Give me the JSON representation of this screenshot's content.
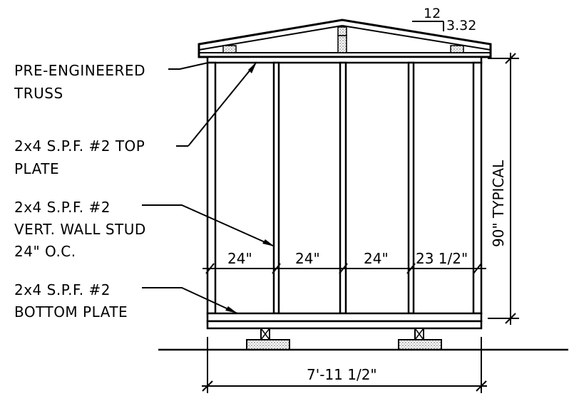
{
  "slope": {
    "rise": "12",
    "run": "3.32"
  },
  "callouts": {
    "truss": [
      "PRE-ENGINEERED",
      "TRUSS"
    ],
    "top_plate": [
      "2x4 S.P.F. #2 TOP",
      "PLATE"
    ],
    "wall_stud": [
      "2x4 S.P.F. #2",
      "VERT. WALL STUD",
      "24\" O.C."
    ],
    "bottom_plate": [
      "2x4 S.P.F. #2",
      "BOTTOM PLATE"
    ]
  },
  "dimensions": {
    "stud_spacing": [
      "24\"",
      "24\"",
      "24\"",
      "23 1/2\""
    ],
    "height": "90\" TYPICAL",
    "width": "7'-11 1/2\""
  }
}
